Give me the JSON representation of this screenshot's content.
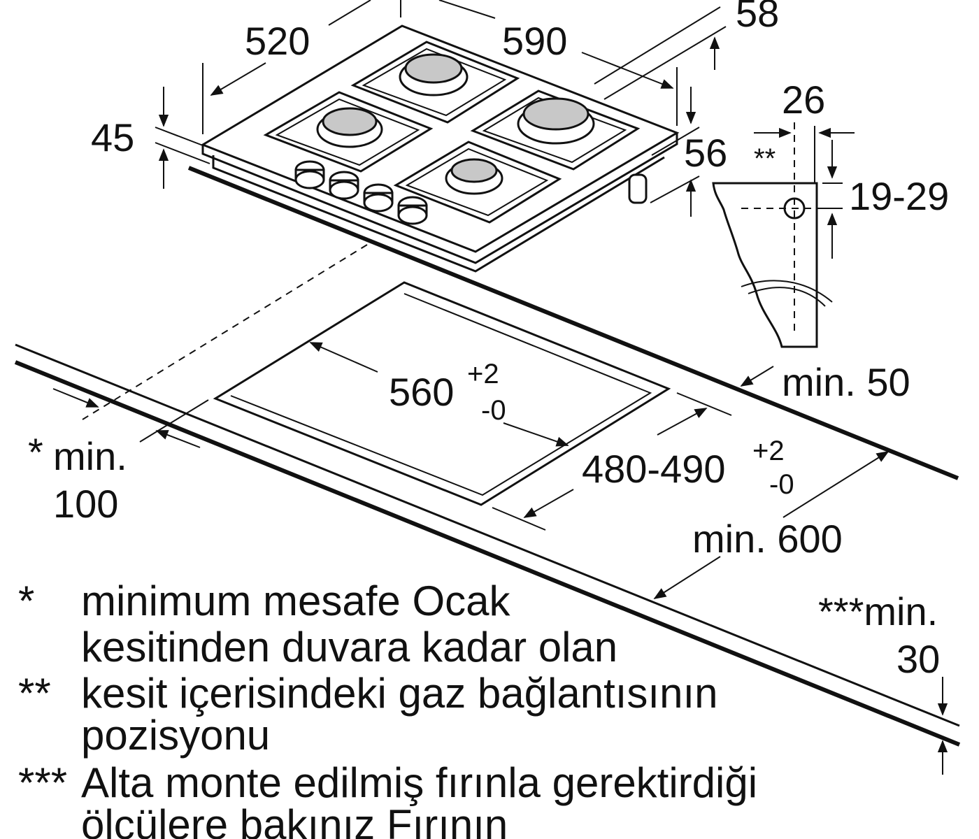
{
  "dimensions": {
    "d520": "520",
    "d590": "590",
    "d58": "58",
    "d45": "45",
    "d56": "56",
    "d26": "26",
    "dstar2": "**",
    "d1929": "19-29",
    "d560": "560",
    "d560_sup": "+2",
    "d560_sub": "-0",
    "d480": "480-490",
    "d480_sup": "+2",
    "d480_sub": "-0",
    "min50": "min. 50",
    "min100_a": "min.",
    "min100_star": "*",
    "min100_b": "100",
    "min600": "min. 600",
    "min30_a": "***min.",
    "min30_b": "30"
  },
  "notes": [
    {
      "marker": "*",
      "lines": [
        "minimum mesafe Ocak",
        "kesitinden duvara kadar olan"
      ]
    },
    {
      "marker": "**",
      "lines": [
        "kesit içerisindeki gaz bağlantısının",
        "pozisyonu"
      ]
    },
    {
      "marker": "***",
      "lines": [
        "Alta monte edilmiş fırınla gerektirdiği",
        "ölçülere bakınız Fırının"
      ]
    }
  ]
}
